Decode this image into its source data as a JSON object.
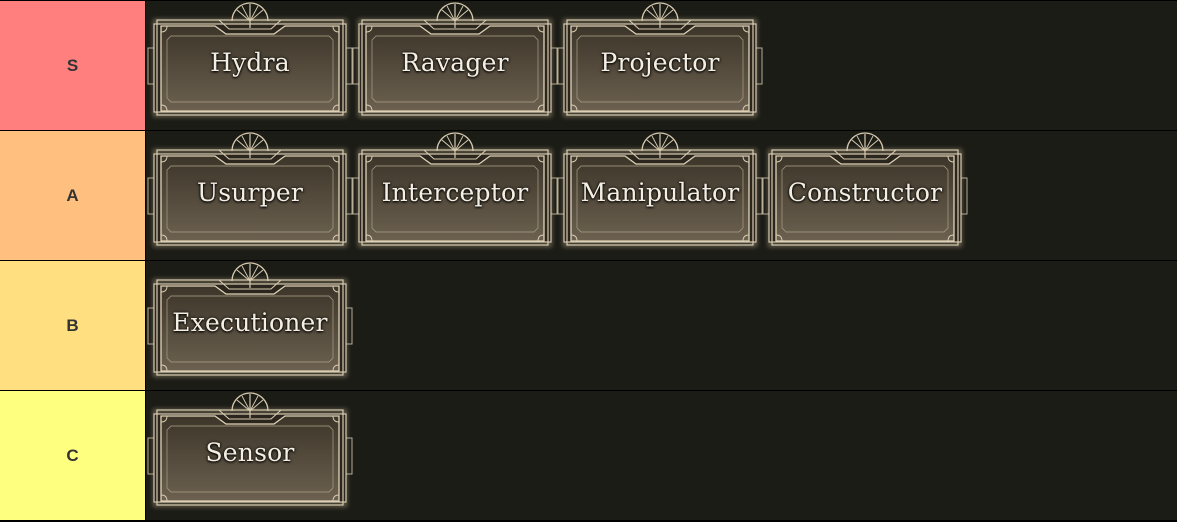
{
  "colors": {
    "background": "#1c1c17",
    "divider": "#000000",
    "label_text": "#333333",
    "card_text": "#f4efe4",
    "card_frame": "#d8cbb0"
  },
  "tiers": [
    {
      "label": "S",
      "color": "#ff7f7f",
      "items": [
        "Hydra",
        "Ravager",
        "Projector"
      ]
    },
    {
      "label": "A",
      "color": "#ffbf7f",
      "items": [
        "Usurper",
        "Interceptor",
        "Manipulator",
        "Constructor"
      ]
    },
    {
      "label": "B",
      "color": "#ffdf7f",
      "items": [
        "Executioner"
      ]
    },
    {
      "label": "C",
      "color": "#ffff7f",
      "items": [
        "Sensor"
      ]
    }
  ]
}
